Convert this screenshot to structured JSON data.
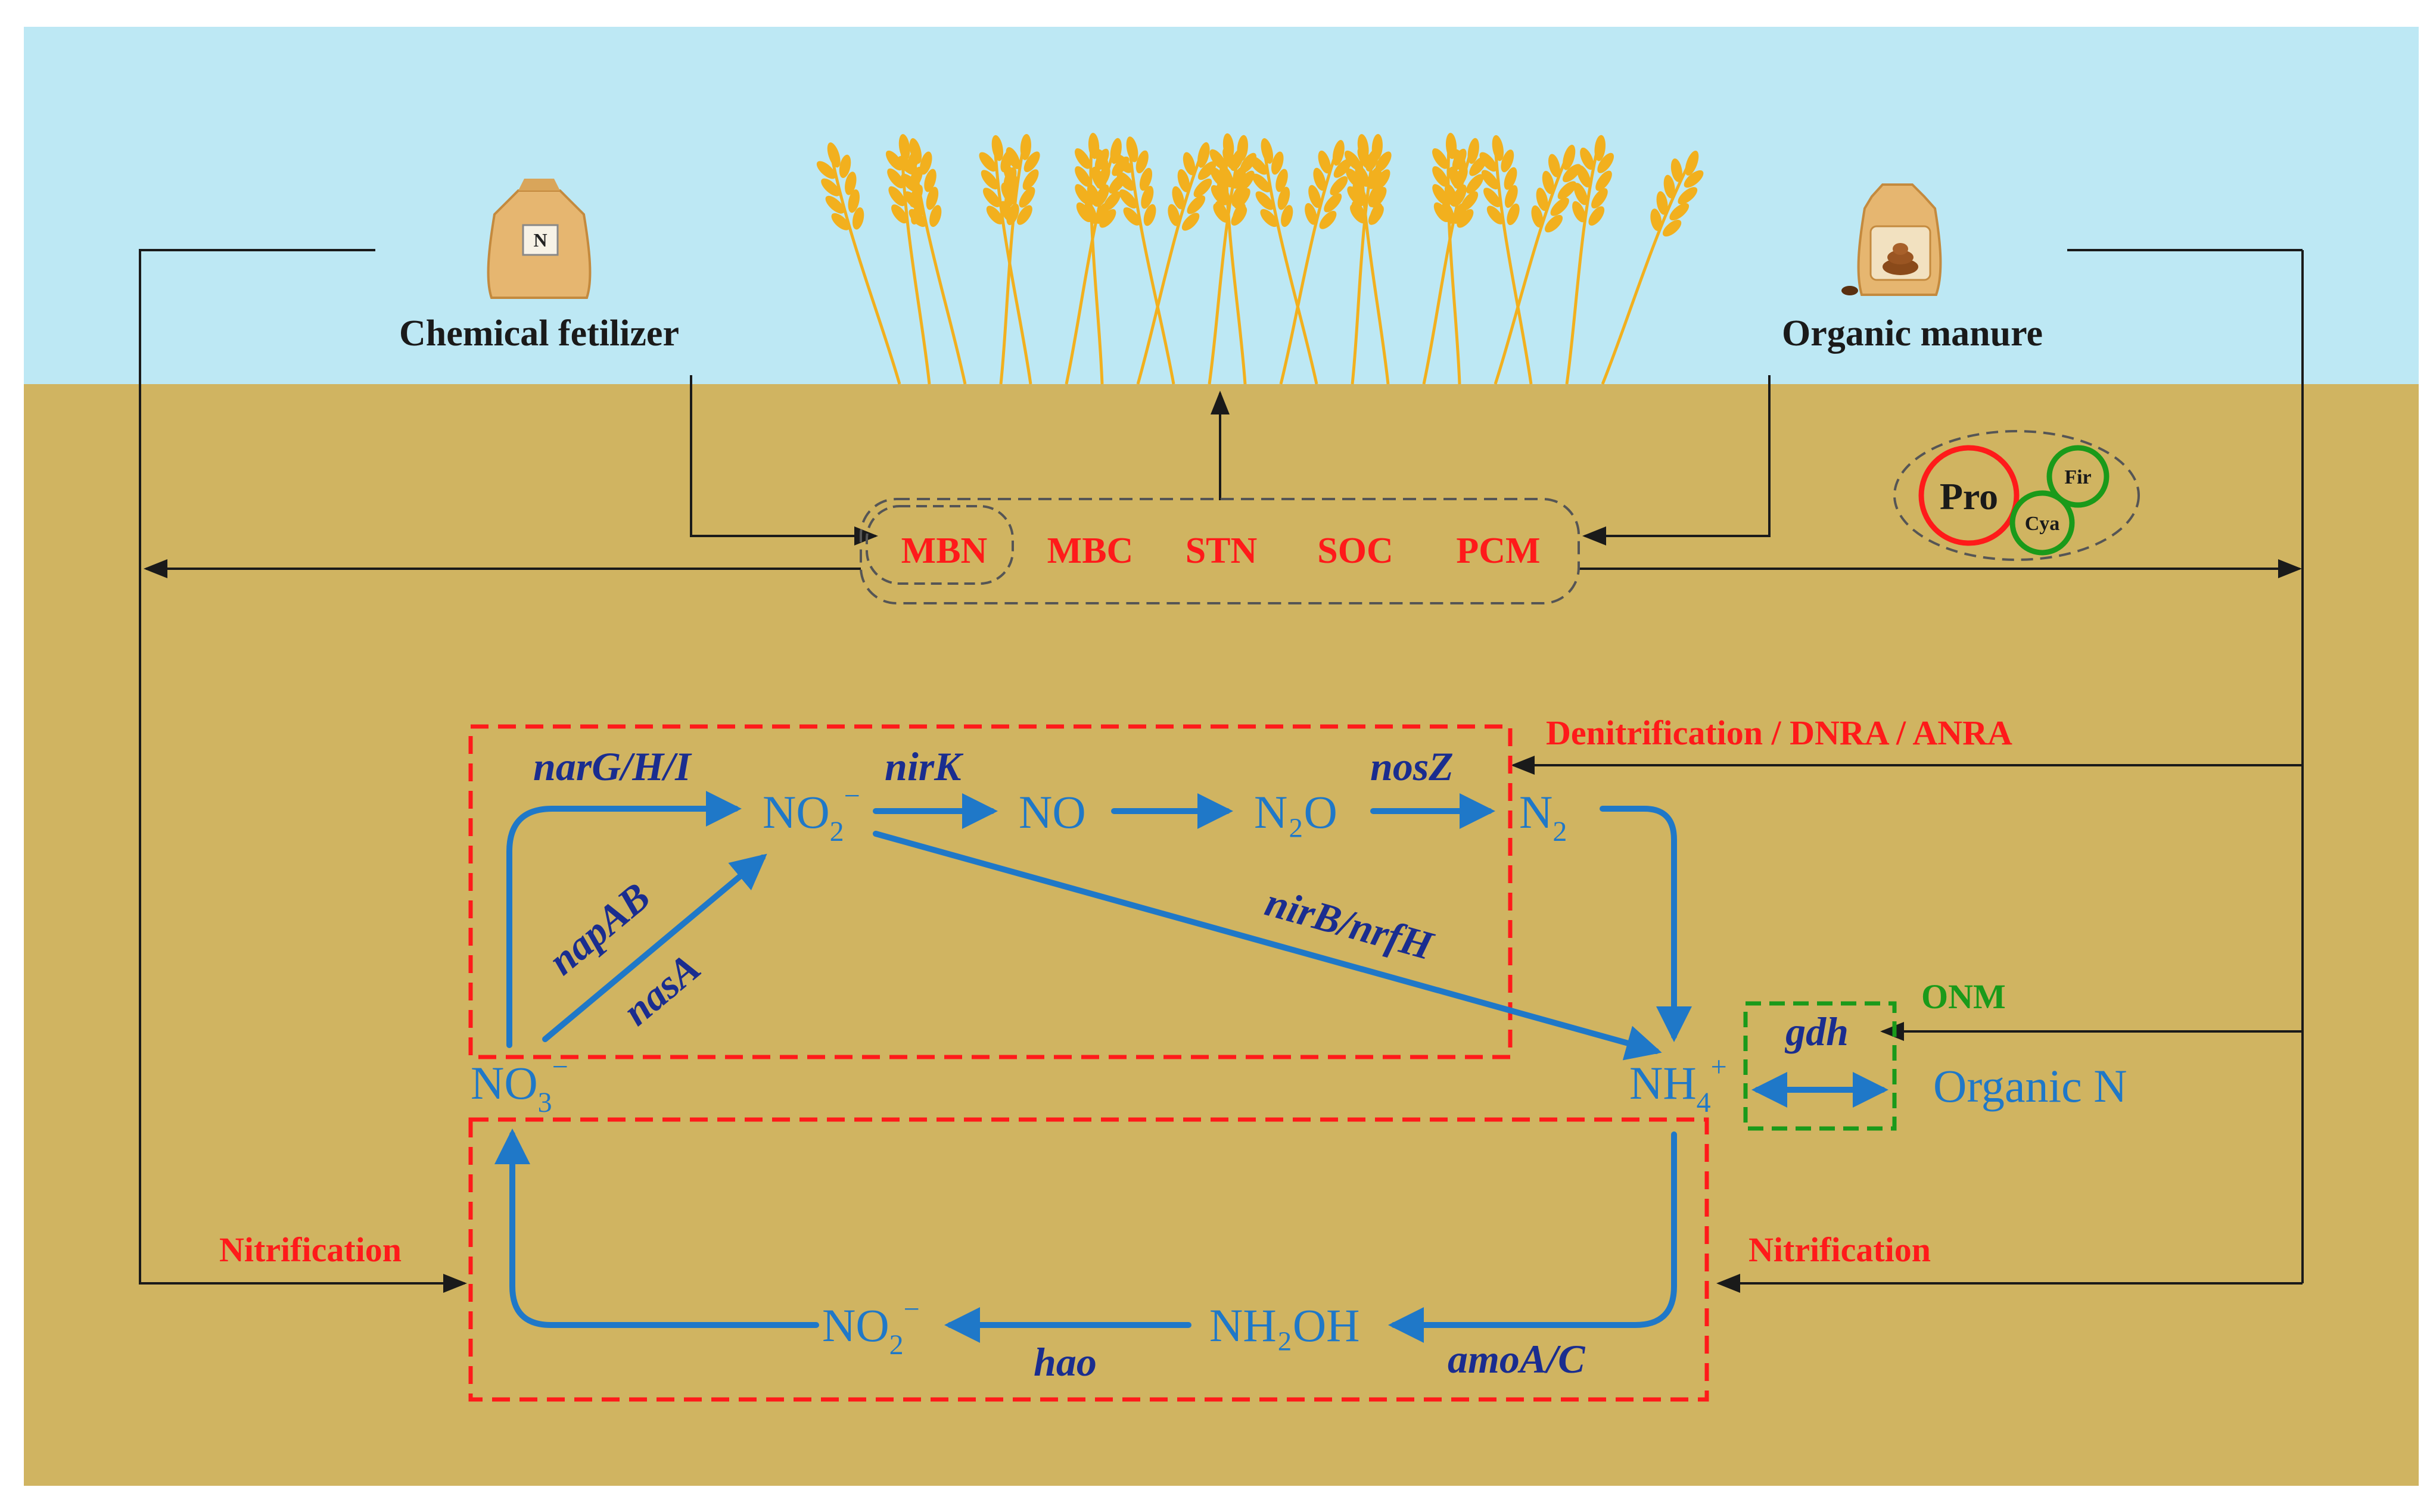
{
  "labels": {
    "chemical_fertilizer": "Chemical fetilizer",
    "organic_manure": "Organic manure",
    "bag_letter": "N",
    "soil_props": [
      "MBN",
      "MBC",
      "STN",
      "SOC",
      "PCM"
    ],
    "microbes": {
      "pro": "Pro",
      "fir": "Fir",
      "cya": "Cya"
    },
    "denitrification": "Denitrification / DNRA / ANRA",
    "nitrification_left": "Nitrification",
    "nitrification_right": "Nitrification",
    "onm": "ONM",
    "organic_n": "Organic N"
  },
  "species": {
    "no2_top": {
      "base": "NO",
      "sub": "2",
      "sup": "−"
    },
    "no": "NO",
    "n2o": "N₂O",
    "n2": {
      "base": "N",
      "sub": "2"
    },
    "no3": {
      "base": "NO",
      "sub": "3",
      "sup": "−"
    },
    "nh4": {
      "base": "NH",
      "sub": "4",
      "sup": "+"
    },
    "nh2oh": "NH₂OH",
    "no2_bottom": {
      "base": "NO",
      "sub": "2",
      "sup": "−"
    }
  },
  "genes": {
    "narGHI": "narG/H/I",
    "nirK": "nirK",
    "nosZ": "nosZ",
    "napAB": "napAB",
    "nasA": "nasA",
    "nirB_nrfH": "nirB/nrfH",
    "gdh": "gdh",
    "amoAC": "amoA/C",
    "hao": "hao"
  },
  "colors": {
    "sky": "#bde8f4",
    "soil": "#d0b461",
    "pathway_blue": "#1f78c8",
    "gene_navy": "#1a2d8f",
    "highlight_red": "#ff1a1a",
    "highlight_green": "#1a9a1a",
    "grain_gold": "#f2b01e"
  },
  "icons": [
    "fertilizer-bag-icon",
    "manure-bag-icon",
    "wheat-plants-icon"
  ]
}
